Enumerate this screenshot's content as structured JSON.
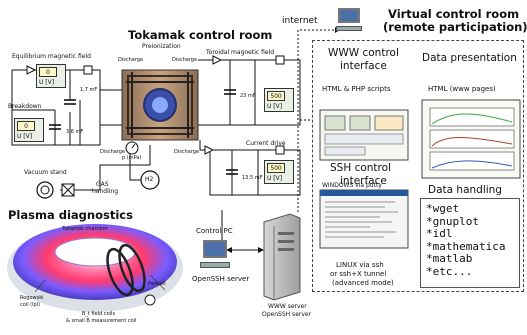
{
  "titles": {
    "tokamak_room": "Tokamak control room",
    "virtual_room_1": "Virtual control room",
    "virtual_room_2": "(remote participation)",
    "plasma_diagnostics": "Plasma diagnostics"
  },
  "network": {
    "internet": "internet",
    "control_pc": "Control PC",
    "openssh_server": "OpenSSH server",
    "www_server_1": "WWW server",
    "www_server_2": "OpenSSH server"
  },
  "tokamak": {
    "equilibrium_field": "Equilibrium magnetic field",
    "toroidal_field": "Toroidal magnetic field",
    "preionization": "Preionization",
    "breakdown": "Breakdown",
    "current_drive": "Current drive",
    "vacuum_stand": "Vacuum stand",
    "gas_handling_1": "GAS",
    "gas_handling_2": "handling",
    "h2": "H2",
    "pressure": "p (mPa)",
    "discharge_tags": [
      "Discharge",
      "Discharge",
      "Discharge",
      "Discharge"
    ],
    "cap_values": [
      "1,7 mF",
      "3,6 mF",
      "23 mF",
      "13,5 mF"
    ],
    "meters": [
      {
        "value": "0",
        "unit": "U [V]"
      },
      {
        "value": "0",
        "unit": "U [V]"
      },
      {
        "value": "500",
        "unit": "U [V]"
      },
      {
        "value": "500",
        "unit": "U [V]"
      }
    ]
  },
  "virtual": {
    "www_control_1": "WWW control",
    "www_control_2": "interface",
    "html_php": "HTML & PHP scripts",
    "ssh_control_1": "SSH control",
    "ssh_control_2": "interface",
    "windows_putty": "WINDOWS via putty",
    "linux_1": "LINUX via ssh",
    "linux_2": "or ssh+X tunnel",
    "linux_3": "(advanced mode)",
    "data_presentation": "Data presentation",
    "html_pages": "HTML (www pages)",
    "data_handling": "Data handling",
    "tools": [
      "*wget",
      "*gnuplot",
      "*idl",
      "*mathematica",
      "*matlab",
      "*etc..."
    ]
  },
  "diagnostics": {
    "tokamak_chamber": "Tokamak chamber",
    "rogowski_1": "Rogowski",
    "rogowski_2": "coil (Ipl)",
    "pancoil": "Pancoil",
    "b_field_1": "B_t field coils",
    "b_field_2": "& small B measurement coil"
  },
  "colors": {
    "chamber_outer": "#c2c7d3",
    "torus_hot": "#ff3b6f",
    "torus_cool": "#7a5cff",
    "panel_bg": "#eaf0e6",
    "lcd_bg": "#fff8c8",
    "screen_blue": "#4b6fa8"
  },
  "icons": [
    "monitor-icon",
    "server-tower-icon",
    "vacuum-pump-icon",
    "gas-cylinder-icon",
    "torus-icon"
  ]
}
